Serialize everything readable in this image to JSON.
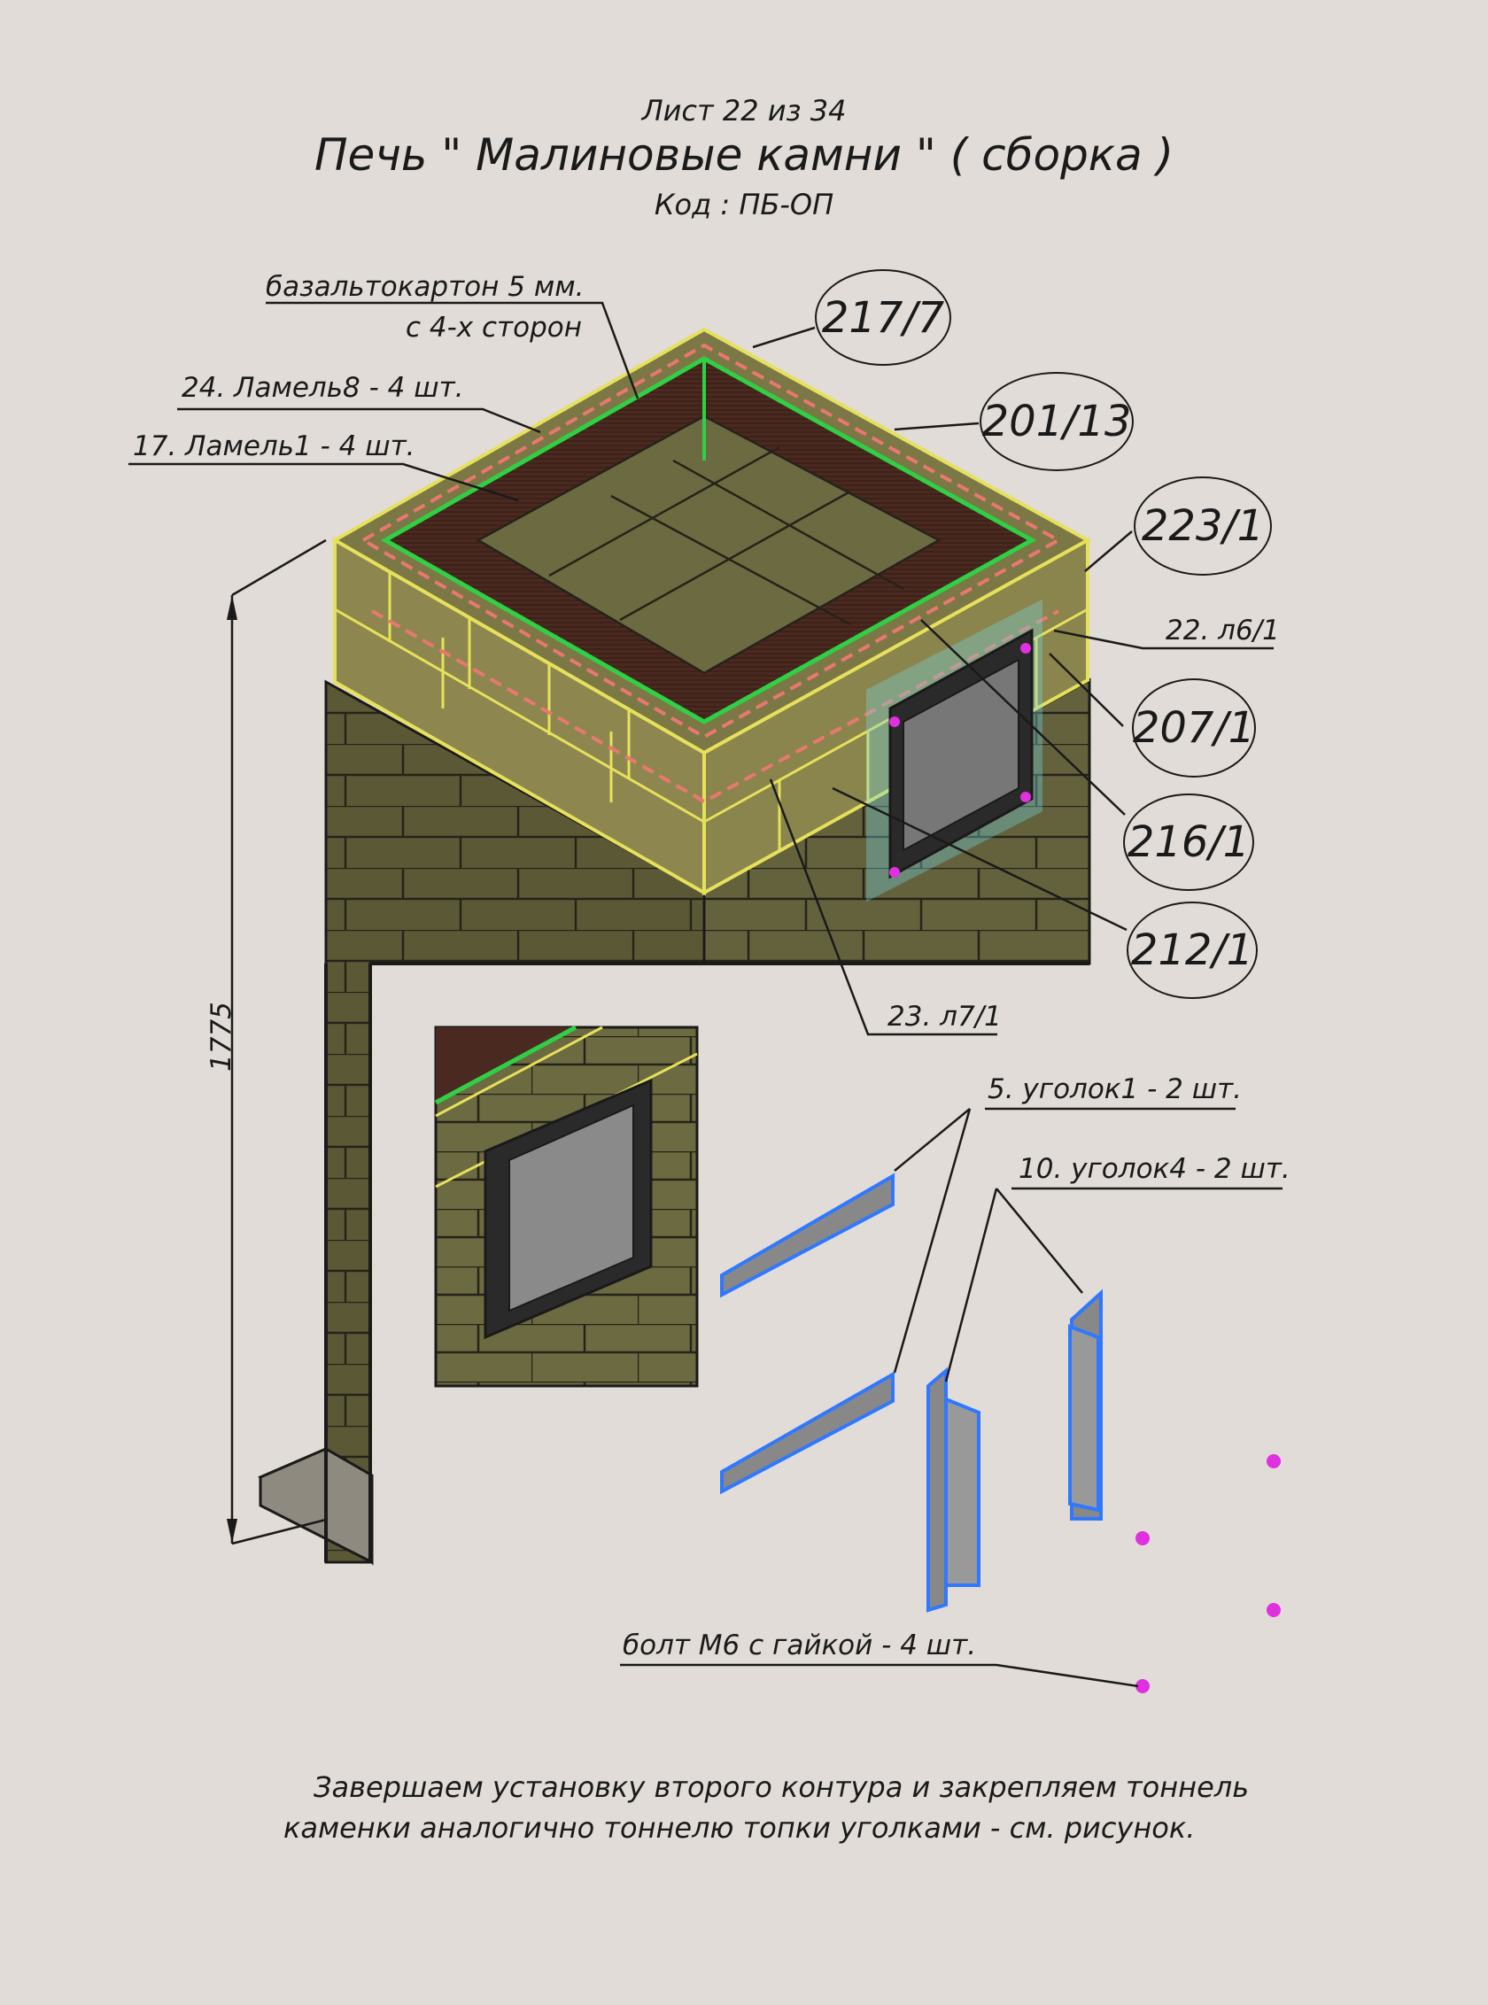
{
  "header": {
    "sheet": "Лист 22  из 34",
    "title": "Печь \" Малиновые камни \" ( сборка )",
    "code": "Код : ПБ-ОП"
  },
  "labels": {
    "basalt_1": "базальтокартон 5 мм.",
    "basalt_2": "с 4-х сторон",
    "lamel8": "24. Ламель8 - 4 шт.",
    "lamel1": "17. Ламель1 - 4 шт.",
    "l6": "22. л6/1",
    "l7": "23. л7/1",
    "ugolok1": "5. уголок1 - 2 шт.",
    "ugolok4": "10. уголок4  - 2 шт.",
    "bolt": "болт М6 с гайкой - 4 шт.",
    "dimension": "1775"
  },
  "bubbles": [
    "217/7",
    "201/13",
    "223/1",
    "207/1",
    "216/1",
    "212/1"
  ],
  "description": {
    "line1": "Завершаем установку второго контура и закрепляем тоннель",
    "line2": "каменки аналогично тоннелю топки уголками - см. рисунок."
  },
  "colors": {
    "background": "#e1dcd7",
    "brick": "#5b5935",
    "brick_light": "#b5ae74",
    "basalt": "#2fd046",
    "lamel": "#ea7771",
    "top_course": "#e6e05b",
    "frame": "#74d8e6",
    "angle": "#2f78ff",
    "bolt": "#e030e0"
  }
}
